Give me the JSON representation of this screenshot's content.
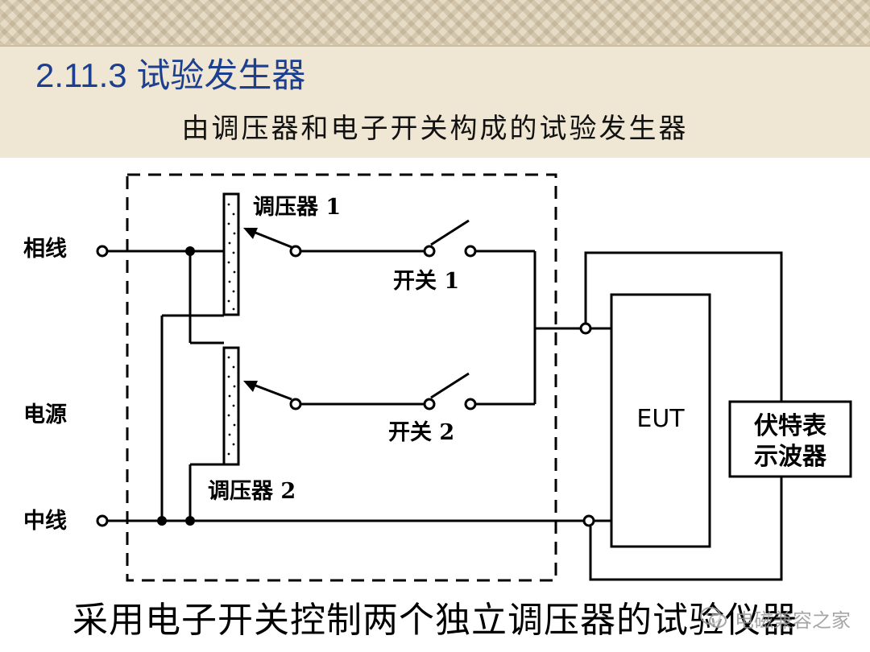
{
  "header": {
    "section_title": "2.11.3 试验发生器",
    "subtitle": "由调压器和电子开关构成的试验发生器"
  },
  "diagram": {
    "labels": {
      "phase_line": "相线",
      "power_source": "电源",
      "neutral_line": "中线",
      "regulator_1": "调压器 1",
      "regulator_2": "调压器 2",
      "switch_1": "开关 1",
      "switch_2": "开关 2",
      "eut": "EUT",
      "oscilloscope_line1": "伏特表",
      "oscilloscope_line2": "示波器"
    }
  },
  "caption": "采用电子开关控制两个独立调压器的试验仪器",
  "watermark": "电磁兼容之家",
  "icons": {
    "watermark_icon": "wechat-icon"
  }
}
